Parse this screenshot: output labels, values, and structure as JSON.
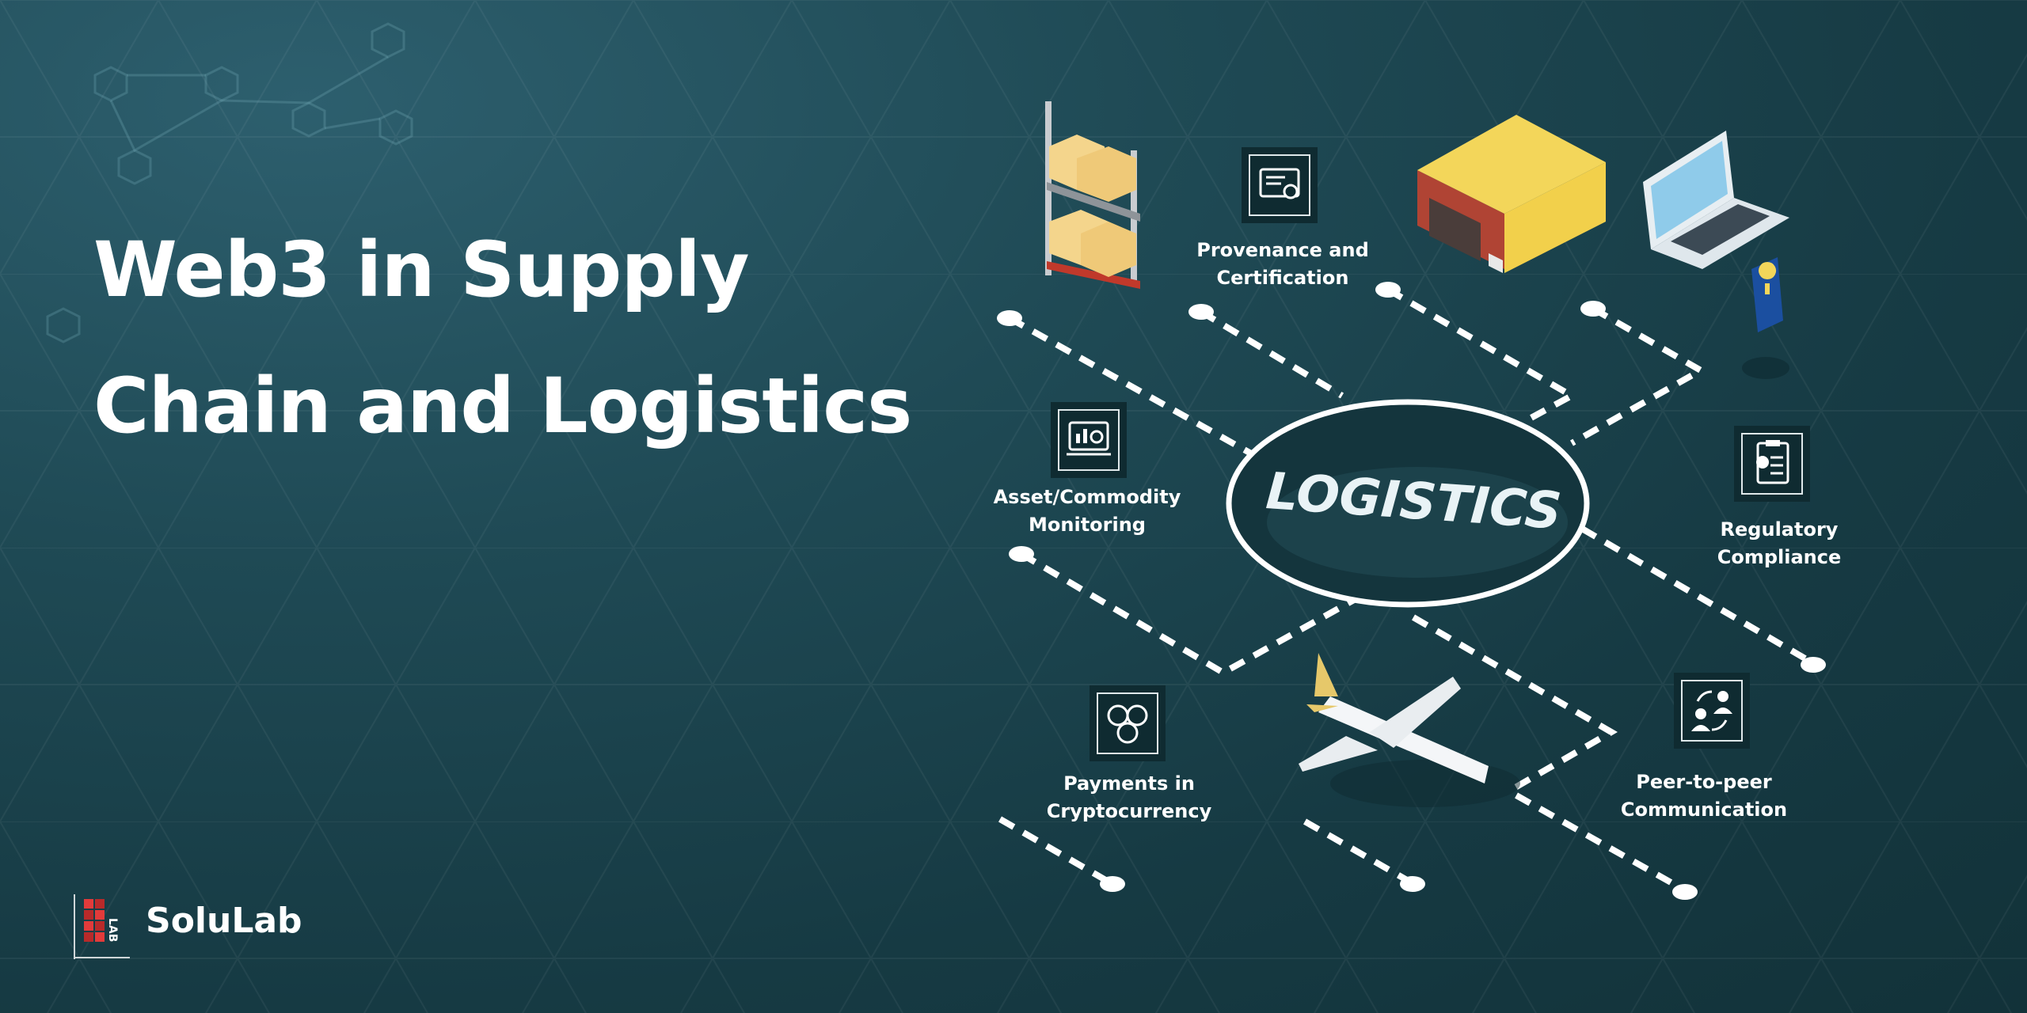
{
  "title": {
    "line1": "Web3 in Supply",
    "line2": "Chain and Logistics"
  },
  "brand": {
    "name": "SoluLab",
    "mark_letters": "LAB"
  },
  "hub": {
    "text": "LOGISTICS"
  },
  "features": [
    {
      "line1": "Provenance and",
      "line2": "Certification",
      "icon": "certificate-icon"
    },
    {
      "line1": "Asset/Commodity",
      "line2": "Monitoring",
      "icon": "monitoring-icon"
    },
    {
      "line1": "Regulatory",
      "line2": "Compliance",
      "icon": "clipboard-check-icon"
    },
    {
      "line1": "Payments in",
      "line2": "Cryptocurrency",
      "icon": "crypto-coins-icon"
    },
    {
      "line1": "Peer-to-peer",
      "line2": "Communication",
      "icon": "peer-exchange-icon"
    }
  ],
  "colors": {
    "background": "#1a434c",
    "accent_yellow": "#f3d65a",
    "logo_red": "#e23b3b"
  }
}
